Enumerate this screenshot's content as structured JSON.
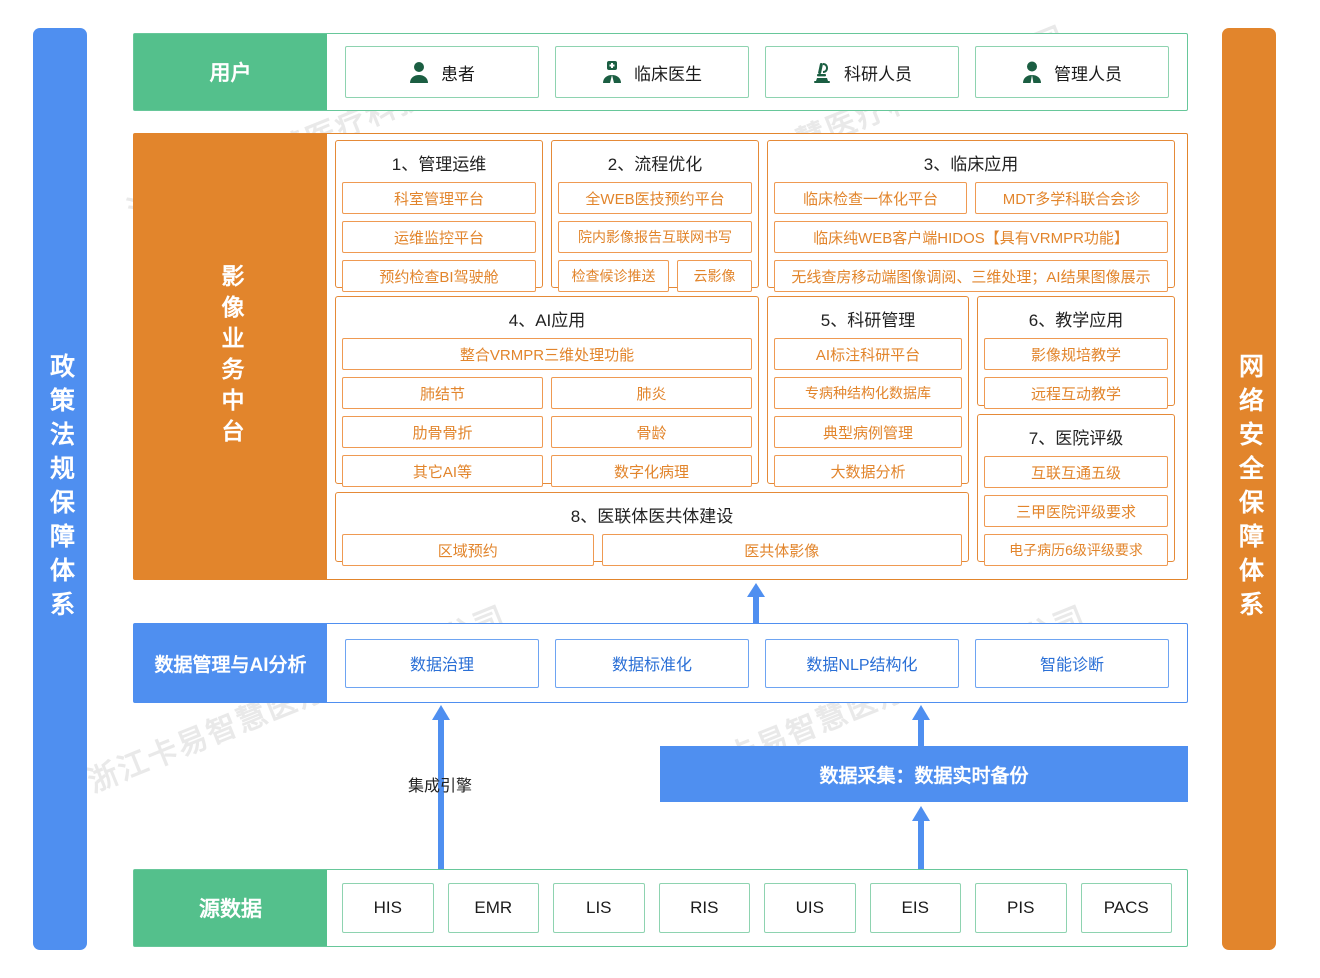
{
  "colors": {
    "green": "#54c08c",
    "green_border": "#8ed3b0",
    "orange": "#e2852c",
    "orange_border": "#ef9a52",
    "blue": "#4f8ff0",
    "blue_border": "#6ea4f2",
    "blue_text": "#2a6fd6"
  },
  "pillars": {
    "left": "政策法规保障体系",
    "right": "网络安全保障体系"
  },
  "watermark": "浙江卡易智慧医疗科技有限公司",
  "users": {
    "label": "用户",
    "items": [
      {
        "label": "患者",
        "icon": "user-icon"
      },
      {
        "label": "临床医生",
        "icon": "doctor-icon"
      },
      {
        "label": "科研人员",
        "icon": "microscope-icon"
      },
      {
        "label": "管理人员",
        "icon": "manager-icon"
      }
    ]
  },
  "middle": {
    "label": "影像业务中台",
    "groups": [
      {
        "title": "1、管理运维",
        "rows": [
          [
            "科室管理平台"
          ],
          [
            "运维监控平台"
          ],
          [
            "预约检查BI驾驶舱"
          ]
        ]
      },
      {
        "title": "2、流程优化",
        "rows": [
          [
            "全WEB医技预约平台"
          ],
          [
            "院内影像报告互联网书写"
          ],
          [
            "检查候诊推送",
            "云影像"
          ]
        ]
      },
      {
        "title": "3、临床应用",
        "rows": [
          [
            "临床检查一体化平台",
            "MDT多学科联合会诊"
          ],
          [
            "临床纯WEB客户端HIDOS【具有VRMPR功能】"
          ],
          [
            "无线查房移动端图像调阅、三维处理；AI结果图像展示"
          ]
        ]
      },
      {
        "title": "4、AI应用",
        "rows": [
          [
            "整合VRMPR三维处理功能"
          ],
          [
            "肺结节",
            "肺炎"
          ],
          [
            "肋骨骨折",
            "骨龄"
          ],
          [
            "其它AI等",
            "数字化病理"
          ]
        ]
      },
      {
        "title": "5、科研管理",
        "rows": [
          [
            "AI标注科研平台"
          ],
          [
            "专病种结构化数据库"
          ],
          [
            "典型病例管理"
          ],
          [
            "大数据分析"
          ]
        ]
      },
      {
        "title": "6、教学应用",
        "rows": [
          [
            "影像规培教学"
          ],
          [
            "远程互动教学"
          ]
        ]
      },
      {
        "title": "7、医院评级",
        "rows": [
          [
            "互联互通五级"
          ],
          [
            "三甲医院评级要求"
          ],
          [
            "电子病历6级评级要求"
          ]
        ]
      },
      {
        "title": "8、医联体医共体建设",
        "rows": [
          [
            "区域预约",
            "医共体影像"
          ]
        ]
      }
    ]
  },
  "data_management": {
    "label": "数据管理与AI分析",
    "items": [
      "数据治理",
      "数据标准化",
      "数据NLP结构化",
      "智能诊断"
    ]
  },
  "collection": {
    "label": "数据采集：数据实时备份"
  },
  "engine": {
    "label": "集成引擎"
  },
  "source": {
    "label": "源数据",
    "items": [
      "HIS",
      "EMR",
      "LIS",
      "RIS",
      "UIS",
      "EIS",
      "PIS",
      "PACS"
    ]
  }
}
